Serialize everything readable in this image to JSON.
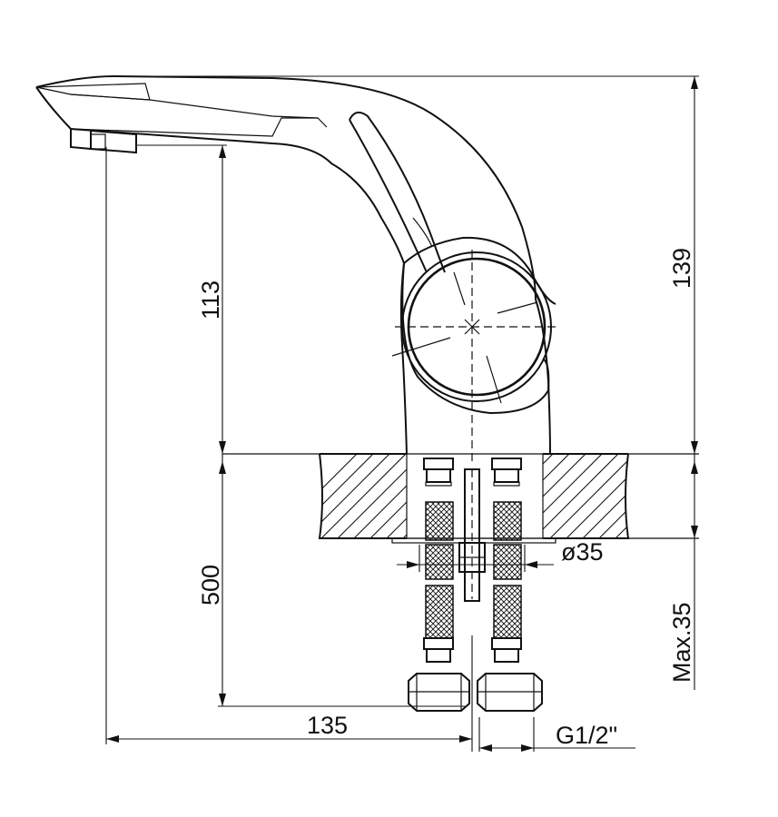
{
  "dimensions": {
    "spout_height": "113",
    "total_height": "139",
    "hose_length": "500",
    "spout_reach": "135",
    "hole_diameter": "ø35",
    "max_thickness": "Max.35",
    "thread": "G1/2\""
  }
}
